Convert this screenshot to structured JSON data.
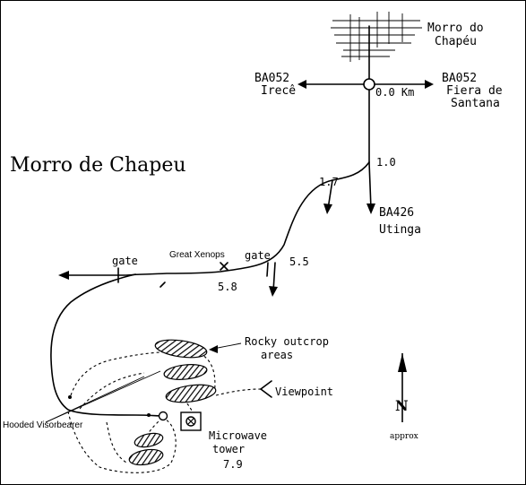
{
  "map": {
    "title": "Morro de Chapeu",
    "town": {
      "line1": "Morro do",
      "line2": "Chapéu"
    },
    "west_road": {
      "line1": "BA052",
      "line2": "Irecê"
    },
    "east_road": {
      "line1": "BA052",
      "line2": "Fiera de",
      "line3": "Santana"
    },
    "south_road": {
      "line1": "BA426",
      "line2": "Utinga"
    },
    "distances": {
      "start": "0.0 Km",
      "d1": "1.0",
      "d2": "1.7",
      "d3": "5.5",
      "d4": "5.8",
      "d5": "7.9"
    },
    "gate_west": "gate",
    "gate_east": "gate",
    "great_xenops": "Great Xenops",
    "rocky": {
      "line1": "Rocky outcrop",
      "line2": "areas"
    },
    "viewpoint": "Viewpoint",
    "hooded_visorbearer": "Hooded Visorbearer",
    "microwave": {
      "line1": "Microwave",
      "line2": "tower"
    },
    "north": {
      "letter": "N",
      "note": "approx"
    }
  }
}
